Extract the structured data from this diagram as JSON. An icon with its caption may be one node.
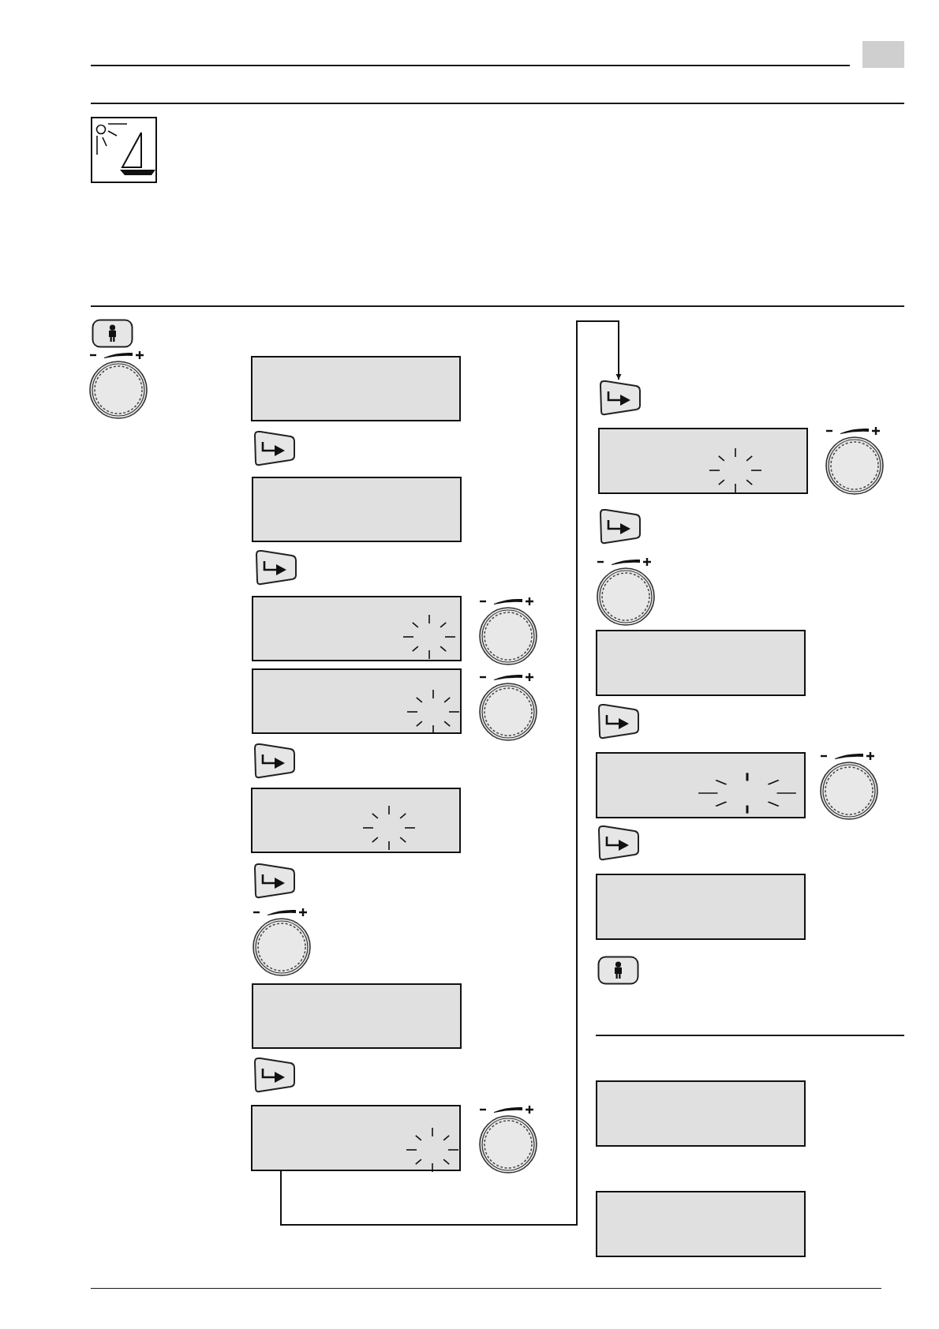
{
  "diagram": {
    "nodes": [
      {
        "text": [],
        "shape": "person"
      },
      {
        "text": [],
        "shape": "circle"
      },
      {
        "text": [],
        "shape": "box"
      },
      {
        "text": [],
        "shape": "button"
      },
      {
        "text": [],
        "shape": "box"
      },
      {
        "text": [],
        "shape": "button"
      },
      {
        "text": [],
        "shape": "box"
      },
      {
        "text": [],
        "shape": "circle"
      },
      {
        "text": [],
        "shape": "box"
      },
      {
        "text": [],
        "shape": "circle"
      },
      {
        "text": [],
        "shape": "button"
      },
      {
        "text": [],
        "shape": "box"
      },
      {
        "text": [],
        "shape": "button"
      },
      {
        "text": [],
        "shape": "circle"
      },
      {
        "text": [],
        "shape": "box"
      },
      {
        "text": [],
        "shape": "button"
      },
      {
        "text": [],
        "shape": "box"
      },
      {
        "text": [],
        "shape": "circle"
      },
      {
        "text": [],
        "shape": "button"
      },
      {
        "text": [],
        "shape": "box"
      },
      {
        "text": [],
        "shape": "circle"
      },
      {
        "text": [],
        "shape": "button"
      },
      {
        "text": [],
        "shape": "circle"
      },
      {
        "text": [],
        "shape": "box"
      },
      {
        "text": [],
        "shape": "button"
      },
      {
        "text": [],
        "shape": "box"
      },
      {
        "text": [],
        "shape": "circle"
      },
      {
        "text": [],
        "shape": "button"
      },
      {
        "text": [],
        "shape": "box"
      },
      {
        "text": [],
        "shape": "person"
      },
      {
        "text": [],
        "shape": "box"
      },
      {
        "text": [],
        "shape": "box"
      }
    ],
    "edges": [
      {
        "from": 16,
        "to": 18,
        "arrow": "to"
      }
    ]
  }
}
